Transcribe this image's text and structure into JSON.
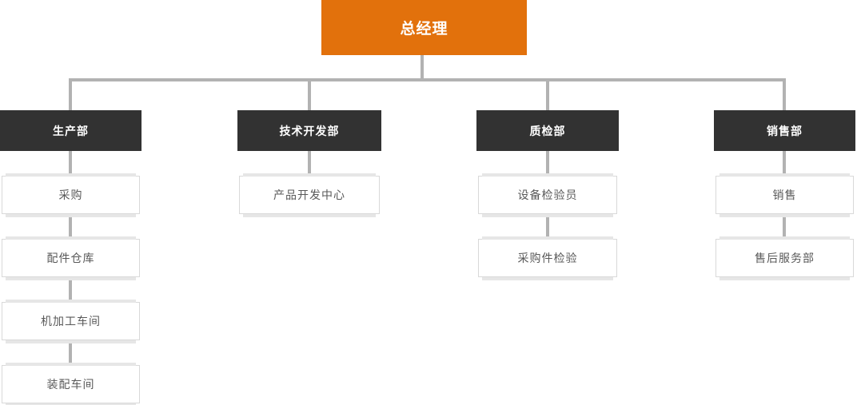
{
  "root": {
    "label": "总经理"
  },
  "columns": [
    {
      "head": "生产部",
      "children": [
        "采购",
        "配件仓库",
        "机加工车间",
        "装配车间"
      ]
    },
    {
      "head": "技术开发部",
      "children": [
        "产品开发中心"
      ]
    },
    {
      "head": "质检部",
      "children": [
        "设备检验员",
        "采购件检验"
      ]
    },
    {
      "head": "销售部",
      "children": [
        "销售",
        "售后服务部"
      ]
    }
  ],
  "colors": {
    "accent_orange": "#e2710c",
    "dept_dark": "#323232",
    "connector_gray": "#b2b2b2",
    "box_border": "#d9d9d9",
    "box_band": "#e6e6e6",
    "unit_text": "#595959",
    "node_text_light": "#ffffff"
  }
}
